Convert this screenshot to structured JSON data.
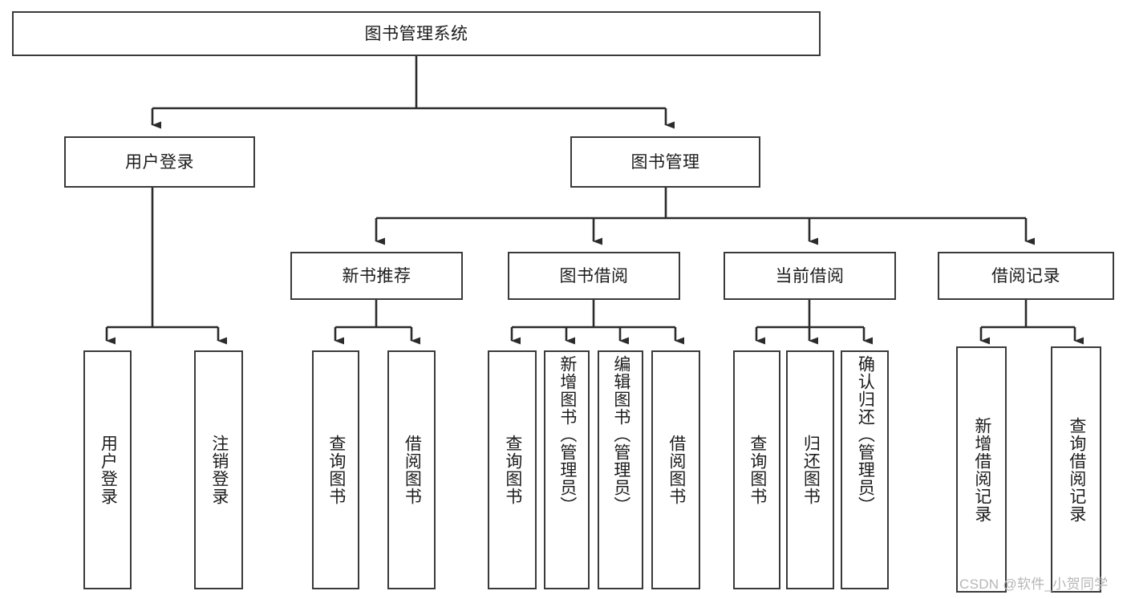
{
  "diagram": {
    "type": "tree-hierarchy",
    "title": "图书管理系统",
    "root": {
      "id": "root",
      "label": "图书管理系统"
    },
    "level2": [
      {
        "id": "user-login",
        "label": "用户登录"
      },
      {
        "id": "book-management",
        "label": "图书管理"
      }
    ],
    "level3": [
      {
        "id": "new-book-recommend",
        "label": "新书推荐",
        "parent": "book-management"
      },
      {
        "id": "book-borrow",
        "label": "图书借阅",
        "parent": "book-management"
      },
      {
        "id": "current-borrow",
        "label": "当前借阅",
        "parent": "book-management"
      },
      {
        "id": "borrow-record",
        "label": "借阅记录",
        "parent": "book-management"
      }
    ],
    "leaves": [
      {
        "id": "leaf-user-login",
        "label": "用户登录",
        "parent": "user-login"
      },
      {
        "id": "leaf-logout",
        "label": "注销登录",
        "parent": "user-login"
      },
      {
        "id": "leaf-query-book-1",
        "label": "查询图书",
        "parent": "new-book-recommend"
      },
      {
        "id": "leaf-borrow-book-1",
        "label": "借阅图书",
        "parent": "new-book-recommend"
      },
      {
        "id": "leaf-query-book-2",
        "label": "查询图书",
        "parent": "book-borrow"
      },
      {
        "id": "leaf-add-book",
        "label": "新增图书（管理员）",
        "parent": "book-borrow"
      },
      {
        "id": "leaf-edit-book",
        "label": "编辑图书（管理员）",
        "parent": "book-borrow"
      },
      {
        "id": "leaf-borrow-book-2",
        "label": "借阅图书",
        "parent": "book-borrow"
      },
      {
        "id": "leaf-query-book-3",
        "label": "查询图书",
        "parent": "current-borrow"
      },
      {
        "id": "leaf-return-book",
        "label": "归还图书",
        "parent": "current-borrow"
      },
      {
        "id": "leaf-confirm-return",
        "label": "确认归还（管理员）",
        "parent": "current-borrow"
      },
      {
        "id": "leaf-add-record",
        "label": "新增借阅记录",
        "parent": "borrow-record"
      },
      {
        "id": "leaf-query-record",
        "label": "查询借阅记录",
        "parent": "borrow-record"
      }
    ],
    "colors": {
      "box_border": "#3a3a3a",
      "box_fill": "#ffffff",
      "connector": "#2b2b2b",
      "text": "#1c1c1c",
      "watermark": "#b6b6b6"
    }
  },
  "watermark": {
    "text": "CSDN @软件_小贺同学"
  }
}
